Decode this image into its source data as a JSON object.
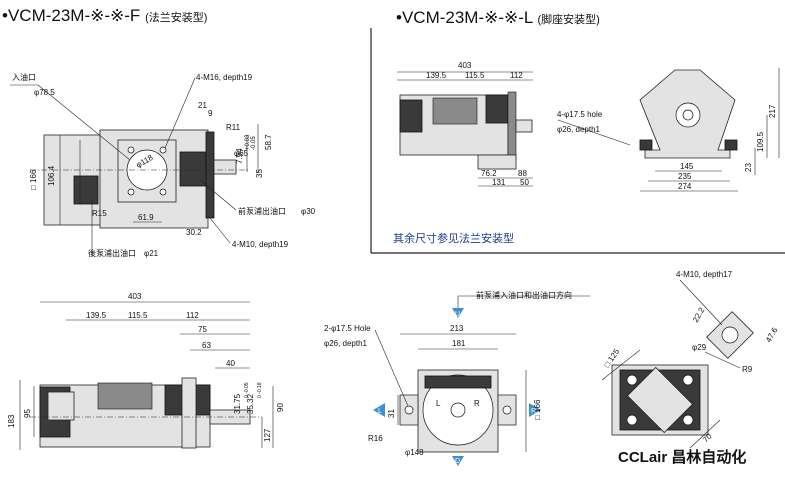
{
  "titles": {
    "f_type": "•VCM-23M-※-※-F",
    "f_type_note": "(法兰安装型)",
    "l_type": "•VCM-23M-※-※-L",
    "l_type_note": "(脚座安装型)"
  },
  "note_other_dims": "其余尺寸参见法兰安装型",
  "brand": "CCLair 昌林自动化",
  "flange_view": {
    "inlet_label": "入油口",
    "inlet_dia": "φ78.5",
    "tap_top": "4-M16, depth19",
    "d21": "21",
    "d9": "9",
    "r11": "R11",
    "tol_top": "+0.03",
    "tol_bot": "-0.05",
    "d794": "7.94",
    "d65": "φ65",
    "d118": "φ118",
    "d587": "58.7",
    "d35": "35",
    "d166": "□ 166",
    "d1064": "106.4",
    "r15": "R15",
    "d619": "61.9",
    "d302": "30.2",
    "front_outlet": "前泵浦出油口",
    "front_outlet_dia": "φ30",
    "tap_bottom": "4-M10, depth19",
    "rear_outlet": "後泵浦出油口",
    "rear_outlet_dia": "φ21"
  },
  "foot_view": {
    "d403": "403",
    "d1395": "139.5",
    "d1155": "115.5",
    "d112": "112",
    "hole_label": "4-φ17.5 hole",
    "hole_depth": "φ26, depth1",
    "d762": "76.2",
    "d88": "88",
    "d131": "131",
    "d50": "50",
    "d145": "145",
    "d235": "235",
    "d274": "274",
    "d23": "23",
    "d1095": "109.5",
    "d217": "217"
  },
  "side_view": {
    "d403": "403",
    "d1395": "139.5",
    "d1155": "115.5",
    "d112": "112",
    "d75": "75",
    "d63": "63",
    "d40": "40",
    "d3175": "31.75",
    "d3532": "35.32",
    "d90": "90",
    "d127": "127",
    "d183": "183",
    "d95": "95",
    "tol_a": "0 -0.05",
    "tol_b": "0 -0.18"
  },
  "front_view": {
    "direction_note": "前泵浦入油口和出油口方向",
    "hole_label": "2-φ17.5 Hole",
    "hole_depth": "φ26, depth1",
    "d213": "213",
    "d181": "181",
    "d31": "31",
    "d166": "□ 166",
    "r16": "R16",
    "d148": "φ148",
    "marker_u": "U",
    "marker_l": "L",
    "marker_r": "R",
    "marker_d": "D",
    "rot_l": "L",
    "rot_r": "R"
  },
  "rear_view": {
    "tap": "4-M10, depth17",
    "d222": "22.2",
    "d476": "47.6",
    "d29": "φ29",
    "r9": "R9",
    "d125": "□ 125",
    "d70": "70"
  }
}
